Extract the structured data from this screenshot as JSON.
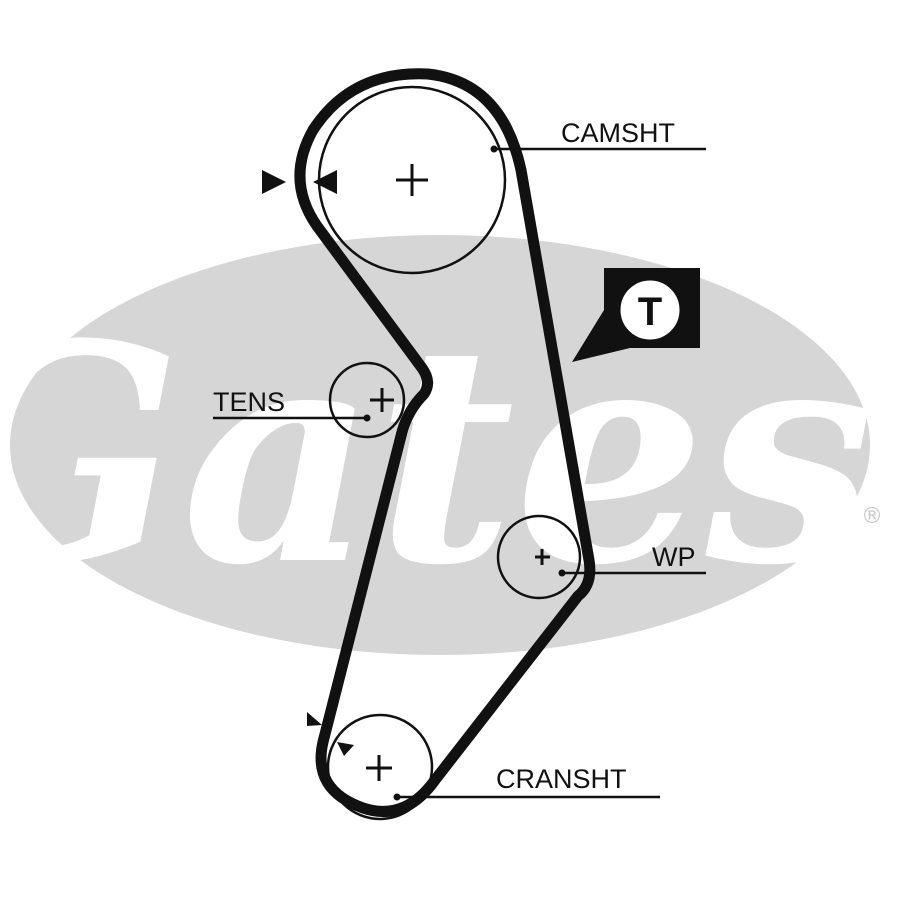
{
  "brand": {
    "watermark_text": "Gates",
    "registered_mark": "®",
    "watermark_color": "#d6d6d6"
  },
  "diagram": {
    "belt_color": "#111111",
    "labels": {
      "camshaft": "CAMSHT",
      "tensioner": "TENS",
      "water_pump": "WP",
      "crankshaft": "CRANSHT"
    },
    "tension_marker": "T"
  }
}
